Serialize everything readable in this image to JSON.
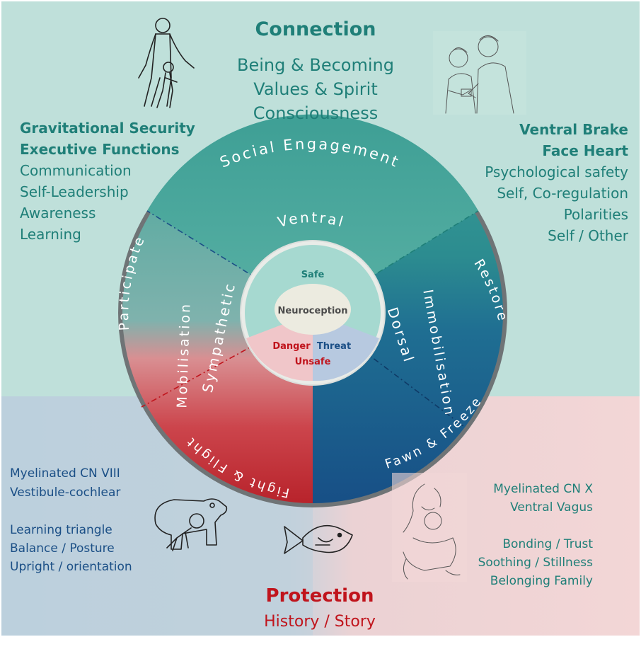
{
  "connection": {
    "title": "Connection",
    "lines": [
      "Being & Becoming",
      "Values & Spirit",
      "Consciousness"
    ]
  },
  "left_panel": {
    "heading1": "Gravitational Security",
    "heading2": "Executive Functions",
    "items": [
      "Communication",
      "Self-Leadership",
      "Awareness",
      "Learning"
    ]
  },
  "right_panel": {
    "heading1": "Ventral Brake",
    "heading2": "Face Heart",
    "items": [
      "Psychological safety",
      "Self, Co-regulation",
      "Polarities",
      "Self / Other"
    ]
  },
  "bottom_left": {
    "group1": [
      "Myelinated CN VIII",
      "Vestibule-cochlear"
    ],
    "group2": [
      "Learning triangle",
      "Balance / Posture",
      "Upright / orientation"
    ]
  },
  "bottom_right": {
    "group1": [
      "Myelinated CN X",
      "Ventral Vagus"
    ],
    "group2": [
      "Bonding / Trust",
      "Soothing / Stillness",
      "Belonging Family"
    ]
  },
  "protection": {
    "title": "Protection",
    "subtitle": "History / Story"
  },
  "wheel": {
    "outer": {
      "social_engagement": "Social Engagement",
      "participate": "Participate",
      "restore": "Restore",
      "fight_flight": "Fight & Flight",
      "fawn_freeze": "Fawn & Freeze"
    },
    "inner": {
      "ventral": "Ventral",
      "sympathetic": "Sympathetic",
      "mobilisation": "Mobilisation",
      "dorsal": "Dorsal",
      "immobilisation": "Immobilisation"
    },
    "center": {
      "safe": "Safe",
      "neuroception": "Neuroception",
      "danger": "Danger",
      "threat": "Threat",
      "unsafe": "Unsafe"
    }
  },
  "colors": {
    "teal_bg": "#bfe0da",
    "blue_bg": "#bcd0dd",
    "pink_bg": "#f3d6d6",
    "teal_text": "#1f7f78",
    "blue_text": "#1b4f86",
    "red_text": "#c0141c",
    "ventral_teal": "#3aa296",
    "dorsal_blue": "#1c5a8c",
    "sympathetic_red": "#c5323a"
  },
  "icons": [
    "adult-child-walking-icon",
    "two-men-talking-icon",
    "bear-and-child-crawling-icon",
    "fish-icon",
    "mother-holding-baby-icon"
  ]
}
